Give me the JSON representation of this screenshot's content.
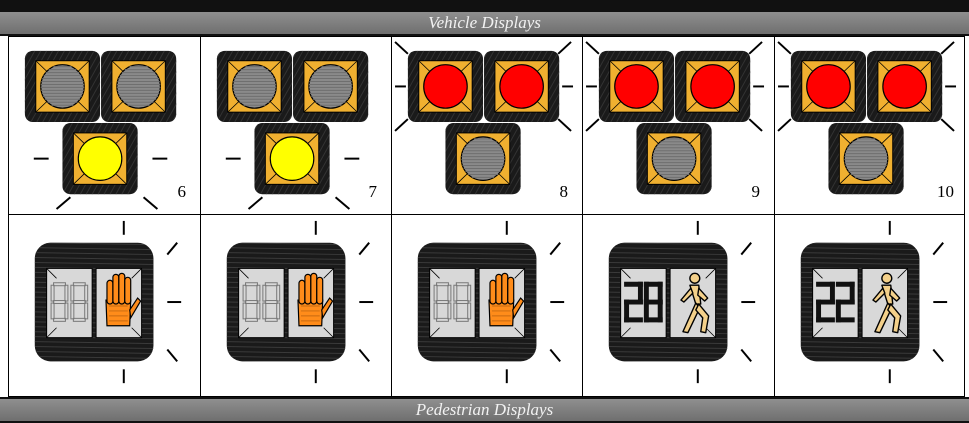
{
  "headers": {
    "top": "Vehicle Displays",
    "bottom": "Pedestrian Displays"
  },
  "vehicle_displays": [
    {
      "number": "6",
      "upper_left": "off",
      "upper_right": "off",
      "bottom": "yellow",
      "bottom_halo": true,
      "top_halo": false,
      "side_lines": false
    },
    {
      "number": "7",
      "upper_left": "off",
      "upper_right": "off",
      "bottom": "yellow",
      "bottom_halo": true,
      "top_halo": false,
      "side_lines": false
    },
    {
      "number": "8",
      "upper_left": "red",
      "upper_right": "red",
      "bottom": "off",
      "bottom_halo": false,
      "top_halo": true,
      "side_lines": true
    },
    {
      "number": "9",
      "upper_left": "red",
      "upper_right": "red",
      "bottom": "off",
      "bottom_halo": false,
      "top_halo": true,
      "side_lines": true
    },
    {
      "number": "10",
      "upper_left": "red",
      "upper_right": "red",
      "bottom": "off",
      "bottom_halo": false,
      "top_halo": true,
      "side_lines": true
    }
  ],
  "pedestrian_displays": [
    {
      "symbol": "hand",
      "countdown": "88",
      "countdown_lit": false
    },
    {
      "symbol": "hand",
      "countdown": "88",
      "countdown_lit": false
    },
    {
      "symbol": "hand",
      "countdown": "88",
      "countdown_lit": false
    },
    {
      "symbol": "walk",
      "countdown": "28",
      "countdown_lit": true
    },
    {
      "symbol": "walk",
      "countdown": "22",
      "countdown_lit": true
    }
  ],
  "colors": {
    "red": "#ff0000",
    "yellow": "#ffff00",
    "off": "#8a8a8a",
    "housing": "#1a1a1a",
    "backplate": "#f0b030",
    "hand": "#ff8c1a",
    "walk": "#f3d08a",
    "ped_panel": "#d8d8d8"
  }
}
